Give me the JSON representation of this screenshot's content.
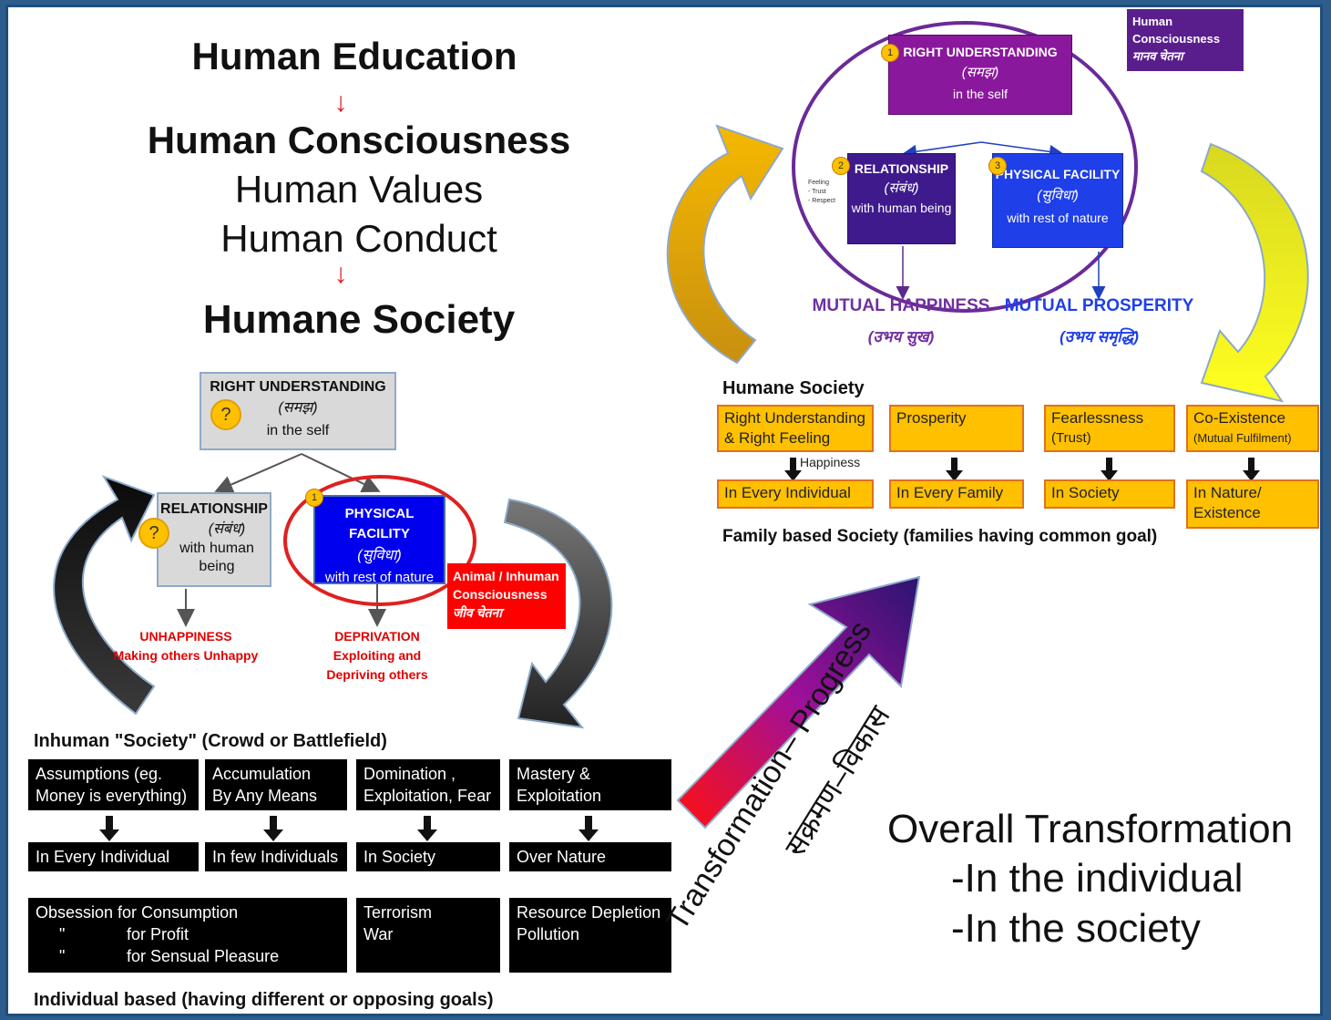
{
  "chain": {
    "human_education": "Human Education",
    "human_consciousness": "Human Consciousness",
    "human_values": "Human Values",
    "human_conduct": "Human Conduct",
    "humane_society": "Humane Society",
    "arrow": "↓"
  },
  "left_diagram": {
    "right_understanding": {
      "title": "RIGHT UNDERSTANDING",
      "hindi": "(समझ)",
      "sub": "in the self",
      "mark": "?"
    },
    "relationship": {
      "title": "RELATIONSHIP",
      "hindi": "(संबंध)",
      "sub": "with human being",
      "mark": "?"
    },
    "physical_facility": {
      "title": "PHYSICAL FACILITY",
      "hindi": "(सुविधा)",
      "sub": "with rest of nature",
      "num": "1"
    },
    "animal_box": {
      "line1": "Animal / Inhuman",
      "line2": "Consciousness",
      "line3": "जीव चेतना"
    },
    "unhappiness": {
      "line1": "UNHAPPINESS",
      "line2": "Making others Unhappy"
    },
    "deprivation": {
      "line1": "DEPRIVATION",
      "line2": "Exploiting and",
      "line3": "Depriving others"
    }
  },
  "inhuman": {
    "title": "Inhuman \"Society\" (Crowd or Battlefield)",
    "row1": [
      {
        "l1": "Assumptions (eg.",
        "l2": "Money is everything)"
      },
      {
        "l1": "Accumulation",
        "l2": "By Any Means"
      },
      {
        "l1": "Domination ,",
        "l2": "Exploitation, Fear"
      },
      {
        "l1": "Mastery &",
        "l2": "Exploitation"
      }
    ],
    "row2": [
      "In Every Individual",
      "In few Individuals",
      "In Society",
      "Over Nature"
    ],
    "row3a": {
      "l1": "Obsession  for Consumption",
      "q1": "\"",
      "l2": "for Profit",
      "q2": "\"",
      "l3": "for Sensual Pleasure"
    },
    "row3b": {
      "l1": "Terrorism",
      "l2": "War"
    },
    "row3c": {
      "l1": "Resource Depletion",
      "l2": "Pollution"
    },
    "footer": "Individual based (having different or opposing goals)"
  },
  "right_diagram": {
    "hc_box": {
      "l1": "Human",
      "l2": "Consciousness",
      "l3": "मानव चेतना"
    },
    "right_understanding": {
      "title": "RIGHT UNDERSTANDING",
      "hindi": "(समझ)",
      "sub": "in the self",
      "num": "1"
    },
    "relationship": {
      "title": "RELATIONSHIP",
      "hindi": "(संबंध)",
      "sub": "with human being",
      "num": "2"
    },
    "physical_facility": {
      "title": "PHYSICAL FACILITY",
      "hindi": "(सुविधा)",
      "sub": "with rest of nature",
      "num": "3"
    },
    "feeling_note": {
      "l1": "Feeling",
      "l2": "- Trust",
      "l3": "- Respect"
    },
    "mutual_happiness": {
      "en": "MUTUAL HAPPINESS",
      "hi": "(उभय सुख)"
    },
    "mutual_prosperity": {
      "en": "MUTUAL PROSPERITY",
      "hi": "(उभय समृद्धि)"
    }
  },
  "humane": {
    "title": "Humane Society",
    "row1": [
      {
        "l1": "Right Understanding",
        "l2": "& Right Feeling"
      },
      {
        "l1": "Prosperity",
        "l2": ""
      },
      {
        "l1": "Fearlessness",
        "l2": "(Trust)"
      },
      {
        "l1": "Co-Existence",
        "l2": "(Mutual  Fulfilment)"
      }
    ],
    "happiness_label": "Happiness",
    "row2": [
      {
        "l1": "In Every Individual",
        "l2": ""
      },
      {
        "l1": "In Every Family",
        "l2": ""
      },
      {
        "l1": "In Society",
        "l2": ""
      },
      {
        "l1": "In Nature/",
        "l2": "Existence"
      }
    ],
    "footer": "Family based Society (families having common goal)"
  },
  "transformation": {
    "en": "Transformation– Progress",
    "hi": "संक्रमण–विकास",
    "overall": "Overall Transformation",
    "individual": "-In the individual",
    "society": "-In the society"
  },
  "colors": {
    "red": "#ff0000",
    "purple": "#7030a0",
    "blue": "#1f3fe8",
    "gold": "#ffc000"
  }
}
